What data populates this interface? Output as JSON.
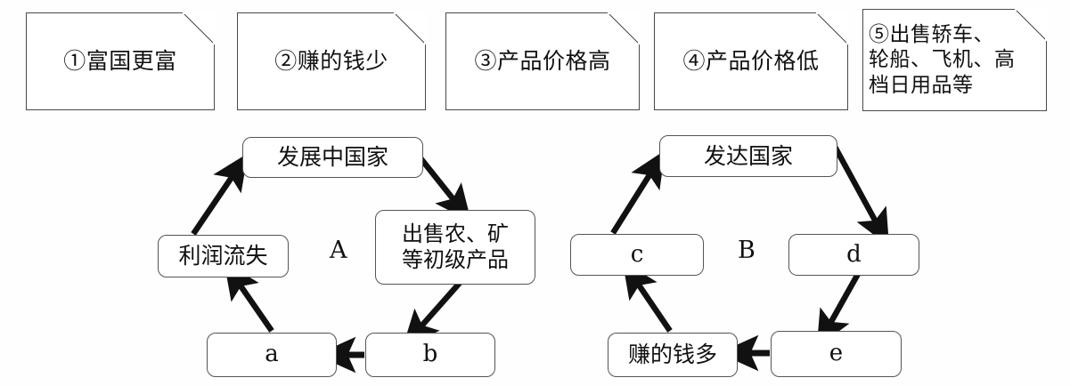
{
  "diagram": {
    "title_present": false,
    "colors": {
      "stroke": "#4a4a4a",
      "arrow": "#111111",
      "text": "#111111",
      "background": "#ffffff"
    },
    "option_boxes": [
      {
        "id": "opt1",
        "label": "①富国更富",
        "lines": 1
      },
      {
        "id": "opt2",
        "label": "②赚的钱少",
        "lines": 1
      },
      {
        "id": "opt3",
        "label": "③产品价格高",
        "lines": 1
      },
      {
        "id": "opt4",
        "label": "④产品价格低",
        "lines": 1
      },
      {
        "id": "opt5",
        "label": "⑤出售轿车、\n轮船、飞机、高\n档日用品等",
        "lines": 3
      }
    ],
    "cycle_a": {
      "letter": "A",
      "nodes": [
        {
          "id": "a-top",
          "label": "发展中国家"
        },
        {
          "id": "a-right",
          "label": "出售农、矿\n等初级产品"
        },
        {
          "id": "a-bottom-right",
          "label": "b"
        },
        {
          "id": "a-bottom-left",
          "label": "a"
        },
        {
          "id": "a-left",
          "label": "利润流失"
        }
      ],
      "edges": [
        {
          "from": "a-top",
          "to": "a-right",
          "style": "solid-arrow"
        },
        {
          "from": "a-right",
          "to": "a-bottom-right",
          "style": "solid-arrow"
        },
        {
          "from": "a-bottom-right",
          "to": "a-bottom-left",
          "style": "solid-arrow"
        },
        {
          "from": "a-bottom-left",
          "to": "a-left",
          "style": "solid-arrow"
        },
        {
          "from": "a-left",
          "to": "a-top",
          "style": "solid-arrow"
        }
      ]
    },
    "cycle_b": {
      "letter": "B",
      "nodes": [
        {
          "id": "b-top",
          "label": "发达国家"
        },
        {
          "id": "b-right",
          "label": "d"
        },
        {
          "id": "b-bottom-right",
          "label": "e"
        },
        {
          "id": "b-bottom-left",
          "label": "赚的钱多"
        },
        {
          "id": "b-left",
          "label": "c"
        }
      ],
      "edges": [
        {
          "from": "b-top",
          "to": "b-right",
          "style": "solid-arrow"
        },
        {
          "from": "b-right",
          "to": "b-bottom-right",
          "style": "solid-arrow"
        },
        {
          "from": "b-bottom-right",
          "to": "b-bottom-left",
          "style": "solid-arrow"
        },
        {
          "from": "b-bottom-left",
          "to": "b-left",
          "style": "solid-arrow"
        },
        {
          "from": "b-left",
          "to": "b-top",
          "style": "solid-arrow"
        }
      ]
    }
  }
}
